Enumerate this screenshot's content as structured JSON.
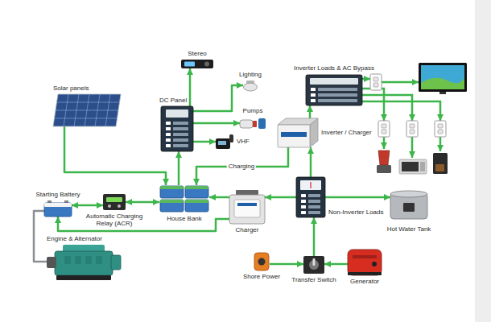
{
  "diagram": {
    "nodes": [
      {
        "text": [
          "Stereo"
        ]
      },
      {
        "text": [
          "Lighting"
        ]
      },
      {
        "text": [
          "Solar panels"
        ]
      },
      {
        "text": [
          "DC Panel"
        ]
      },
      {
        "text": [
          "Pumps"
        ]
      },
      {
        "text": [
          "VHF"
        ]
      },
      {
        "text": [
          "Inverter Loads & AC Bypass"
        ]
      },
      {
        "text": [
          "Inverter / Charger"
        ]
      },
      {
        "text": [
          "Starting Battery"
        ]
      },
      {
        "text": [
          "Automatic Charging Relay (ACR)"
        ]
      },
      {
        "text": [
          "House Bank"
        ]
      },
      {
        "text": [
          "Charger"
        ]
      },
      {
        "text": [
          "Non-Inverter Loads"
        ]
      },
      {
        "text": [
          "Hot Water Tank"
        ]
      },
      {
        "text": [
          "Engine & Alternator"
        ]
      },
      {
        "text": [
          "Shore Power"
        ]
      },
      {
        "text": [
          "Transfer Switch"
        ]
      },
      {
        "text": [
          "Generator"
        ]
      }
    ],
    "edges": [
      {
        "from": 2,
        "to": 10,
        "arrow": "to"
      },
      {
        "from": 10,
        "to": 3,
        "arrow": "to"
      },
      {
        "from": 3,
        "to": 0,
        "arrow": "to"
      },
      {
        "from": 3,
        "to": 1,
        "arrow": "to"
      },
      {
        "from": 3,
        "to": 4,
        "arrow": "to"
      },
      {
        "from": 3,
        "to": 5,
        "arrow": "to"
      },
      {
        "from": 7,
        "to": 6,
        "arrow": "to"
      },
      {
        "from": 7,
        "to": 10,
        "label": "Charging",
        "arrow": "to"
      },
      {
        "from": 8,
        "to": 9,
        "arrow": "both"
      },
      {
        "from": 9,
        "to": 10,
        "arrow": "both"
      },
      {
        "from": 11,
        "to": 8,
        "arrow": "to"
      },
      {
        "from": 11,
        "to": 10,
        "arrow": "to"
      },
      {
        "from": 12,
        "to": 11,
        "arrow": "to"
      },
      {
        "from": 12,
        "to": 13,
        "arrow": "to"
      },
      {
        "from": 12,
        "to": 7,
        "arrow": "to"
      },
      {
        "from": 16,
        "to": 12,
        "arrow": "to"
      },
      {
        "from": 15,
        "to": 16,
        "arrow": "to"
      },
      {
        "from": 17,
        "to": 16,
        "arrow": "to"
      },
      {
        "from": 14,
        "to": 8,
        "arrow": "none"
      }
    ]
  }
}
